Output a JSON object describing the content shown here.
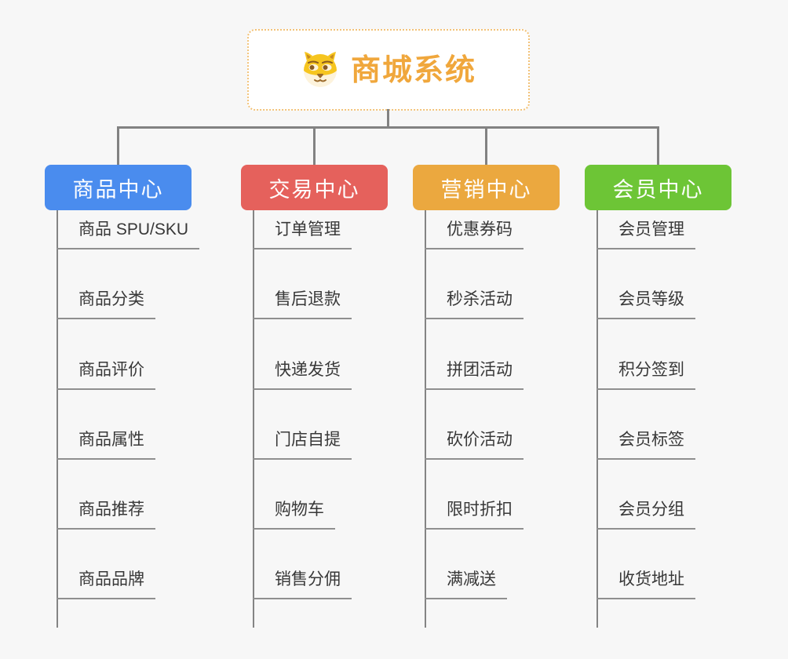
{
  "root": {
    "title": "商城系统",
    "icon": "dog-face-icon",
    "title_color": "#f0a73c",
    "border_color": "#f2c278"
  },
  "style": {
    "background": "#f7f7f7",
    "connector_color": "#828282",
    "item_underline_color": "#8f8f8f",
    "item_text_color": "#383838"
  },
  "branches": [
    {
      "label": "商品中心",
      "color": "#4a8cee",
      "items": [
        "商品 SPU/SKU",
        "商品分类",
        "商品评价",
        "商品属性",
        "商品推荐",
        "商品品牌"
      ]
    },
    {
      "label": "交易中心",
      "color": "#e5615c",
      "items": [
        "订单管理",
        "售后退款",
        "快递发货",
        "门店自提",
        "购物车",
        "销售分佣"
      ]
    },
    {
      "label": "营销中心",
      "color": "#eba83f",
      "items": [
        "优惠券码",
        "秒杀活动",
        "拼团活动",
        "砍价活动",
        "限时折扣",
        "满减送"
      ]
    },
    {
      "label": "会员中心",
      "color": "#6dc536",
      "items": [
        "会员管理",
        "会员等级",
        "积分签到",
        "会员标签",
        "会员分组",
        "收货地址"
      ]
    }
  ]
}
